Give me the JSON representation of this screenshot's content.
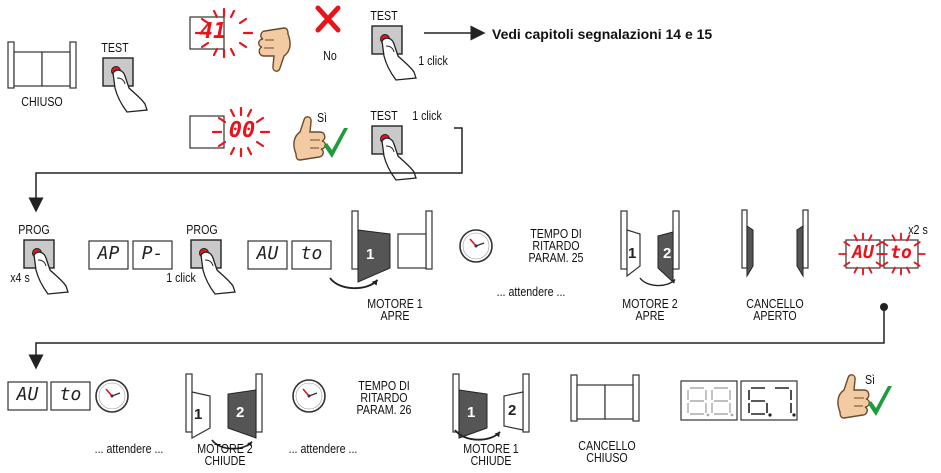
{
  "labels": {
    "chiuso": "CHIUSO",
    "test_1": "TEST",
    "test_2": "TEST",
    "test_3": "TEST",
    "no": "No",
    "si_1": "Sì",
    "si_2": "Sì",
    "click_1": "1 click",
    "click_2": "1 click",
    "click_3": "1 click",
    "vedi": "Vedi capitoli segnalazioni 14 e 15",
    "prog_1": "PROG",
    "prog_2": "PROG",
    "x4s": "x4 s",
    "x2s": "x2 s",
    "motore1_apre_1": "MOTORE 1",
    "motore1_apre_2": "APRE",
    "attendere_1": "... attendere ...",
    "tempo1_1": "TEMPO DI",
    "tempo1_2": "RITARDO",
    "tempo1_3": "PARAM. 25",
    "motore2_apre_1": "MOTORE 2",
    "motore2_apre_2": "APRE",
    "cancello_aperto_1": "CANCELLO",
    "cancello_aperto_2": "APERTO",
    "attendere_2": "... attendere ...",
    "motore2_chiude_1": "MOTORE 2",
    "motore2_chiude_2": "CHIUDE",
    "attendere_3": "... attendere ...",
    "tempo2_1": "TEMPO DI",
    "tempo2_2": "RITARDO",
    "tempo2_3": "PARAM. 26",
    "motore1_chiude_1": "MOTORE 1",
    "motore1_chiude_2": "CHIUDE",
    "cancello_chiuso_1": "CANCELLO",
    "cancello_chiuso_2": "CHIUSO",
    "leaf_1": "1",
    "leaf_2": "2"
  },
  "displays": {
    "code_41": "41",
    "code_00": "00",
    "ap": "AP",
    "p_dash": "P-",
    "au": "AU",
    "to": "to"
  },
  "colors": {
    "red": "#e8141b",
    "green": "#1e9b3a",
    "button_grey": "#c9c9c9",
    "leaf_dark": "#555555",
    "line": "#222222"
  }
}
